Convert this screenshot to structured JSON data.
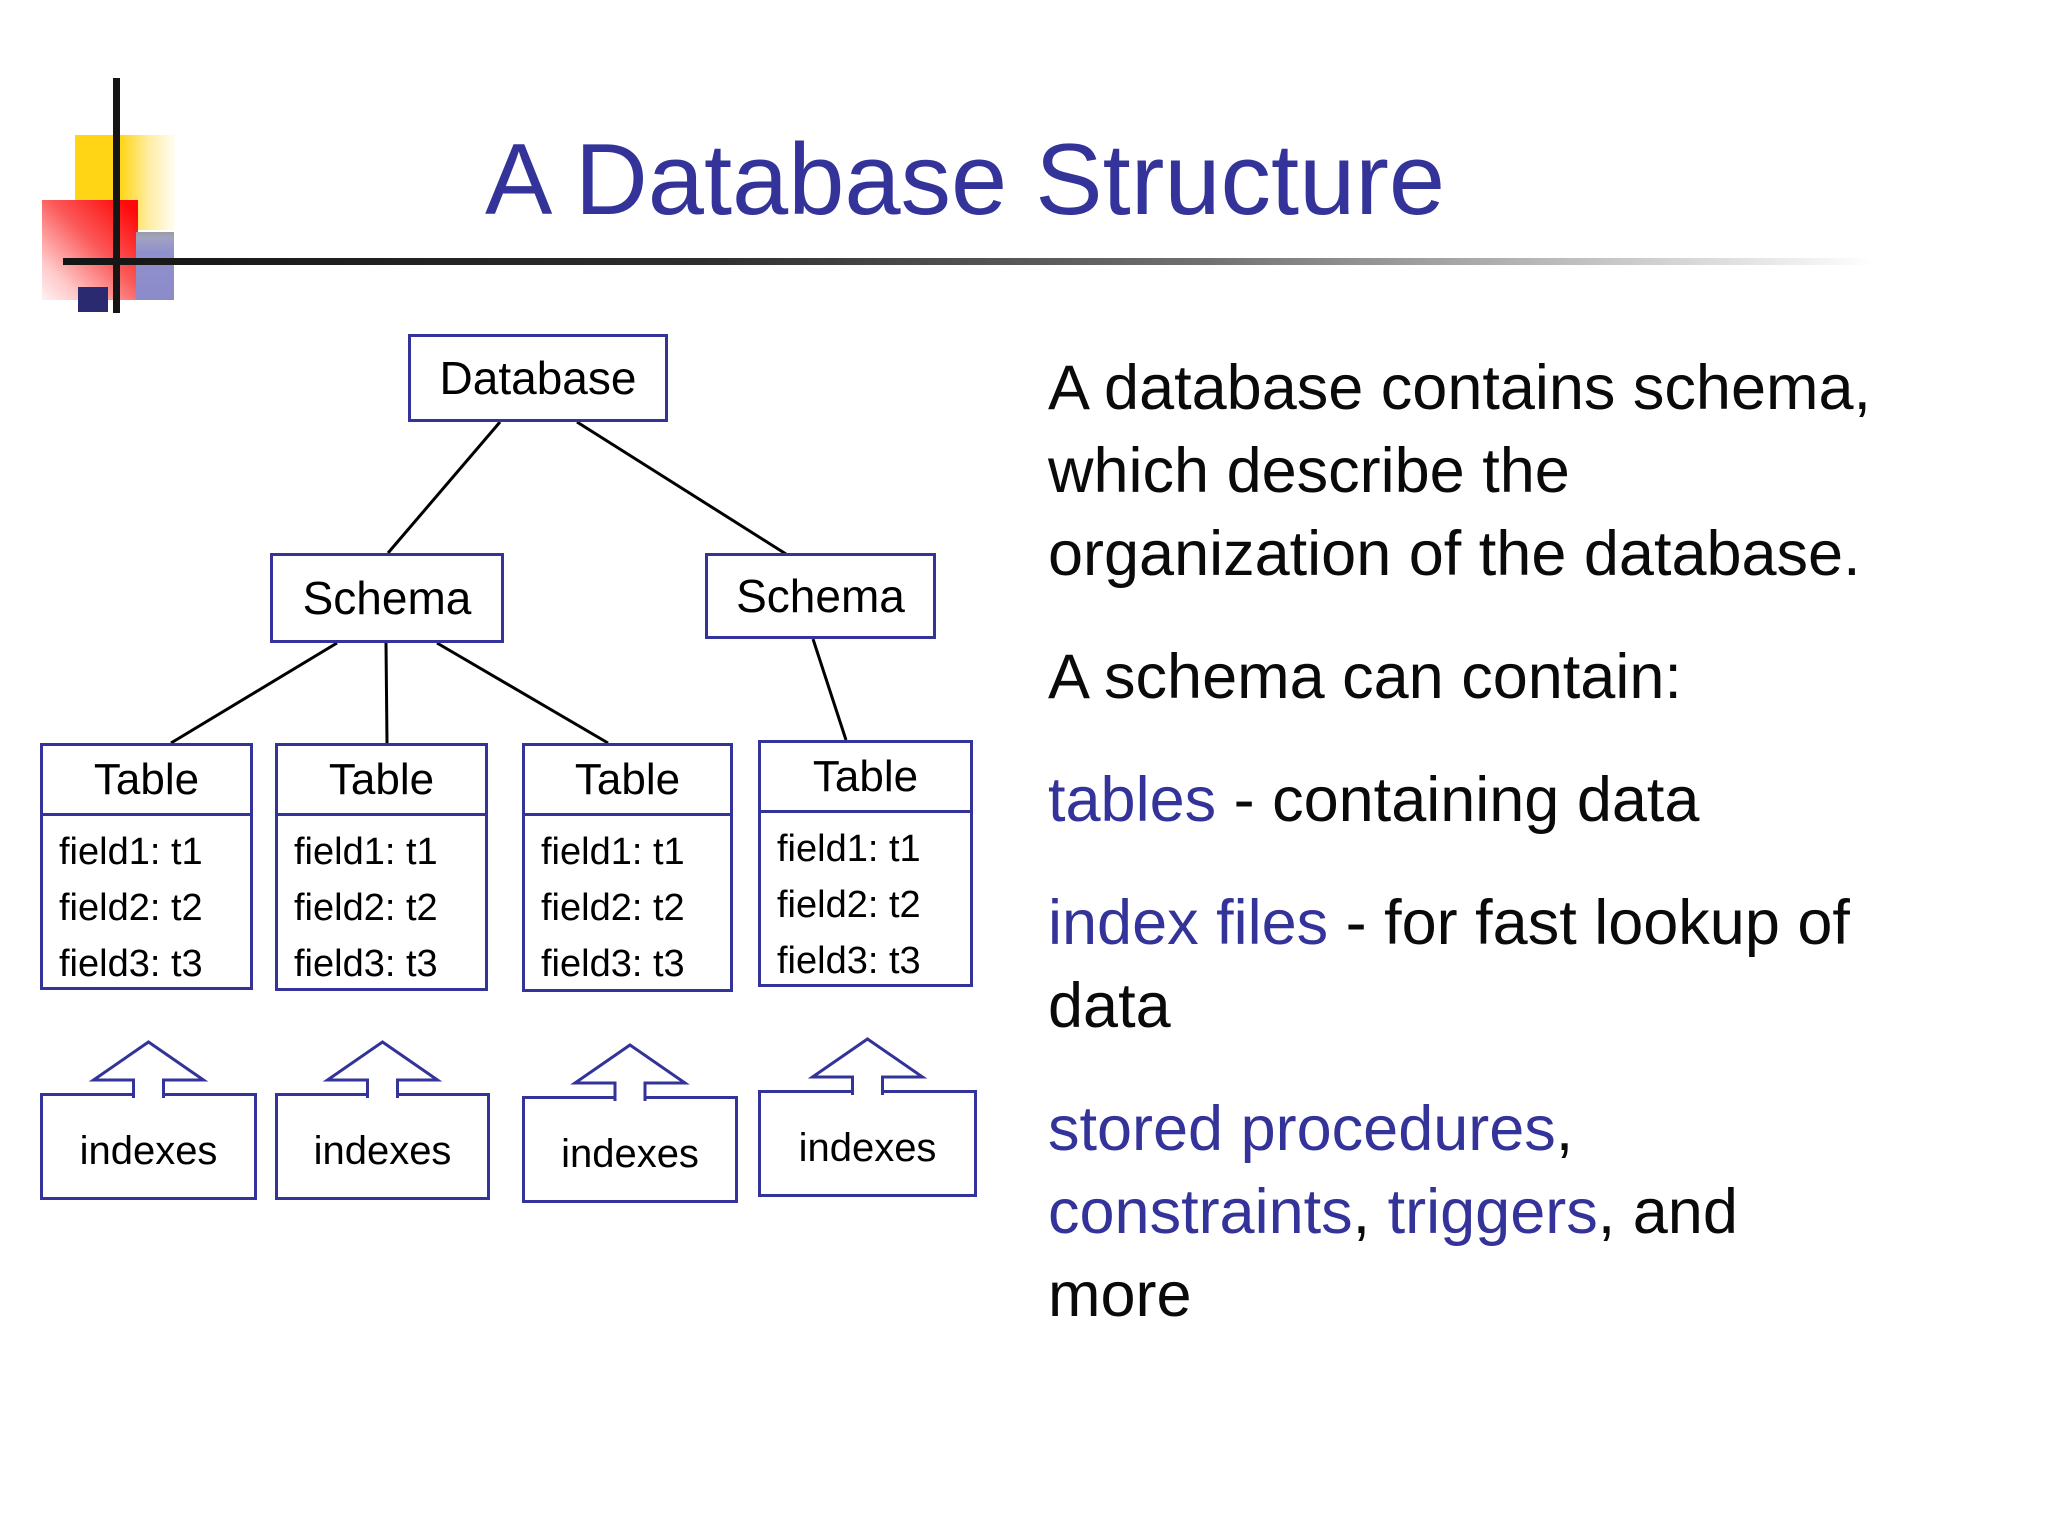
{
  "slide": {
    "title": "A Database Structure"
  },
  "colors": {
    "accent": "#333399",
    "tree_line": "#000000",
    "body_text": "#0a0a0a"
  },
  "diagram": {
    "database": {
      "label": "Database"
    },
    "schemas": [
      {
        "label": "Schema"
      },
      {
        "label": "Schema"
      }
    ],
    "tables": [
      {
        "label": "Table",
        "fields": [
          "field1: t1",
          "field2: t2",
          "field3: t3"
        ]
      },
      {
        "label": "Table",
        "fields": [
          "field1: t1",
          "field2: t2",
          "field3: t3"
        ]
      },
      {
        "label": "Table",
        "fields": [
          "field1: t1",
          "field2: t2",
          "field3: t3"
        ]
      },
      {
        "label": "Table",
        "fields": [
          "field1: t1",
          "field2: t2",
          "field3: t3"
        ]
      }
    ],
    "indexes": [
      {
        "label": "indexes"
      },
      {
        "label": "indexes"
      },
      {
        "label": "indexes"
      },
      {
        "label": "indexes"
      }
    ]
  },
  "body": {
    "p1": "A database contains schema,\nwhich describe the\norganization of the database.",
    "p2": "A schema can contain:",
    "p3_em": "tables",
    "p3_rest": " - containing data",
    "p4_em": "index files",
    "p4_rest": " - for fast lookup of\ndata",
    "p5_em1": "stored procedures",
    "p5_sep1": ",\n",
    "p5_em2": "constraints",
    "p5_sep2": ", ",
    "p5_em3": "triggers",
    "p5_sep3": ", and\nmore"
  }
}
